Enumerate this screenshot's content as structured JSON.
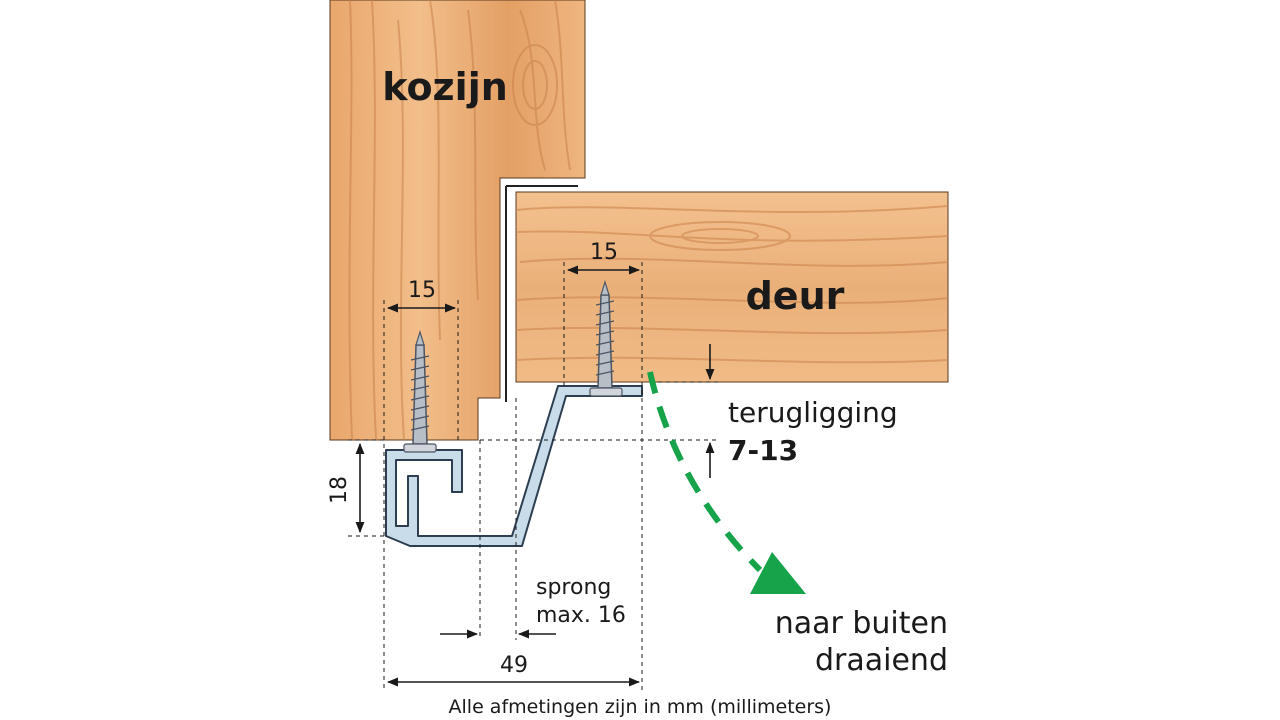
{
  "labels": {
    "frame": "kozijn",
    "door": "deur",
    "setback_label": "terugligging",
    "setback_value": "7-13",
    "step_line1": "sprong",
    "step_line2": "max. 16",
    "direction_line1": "naar buiten",
    "direction_line2": "draaiend",
    "caption": "Alle afmetingen zijn in mm (millimeters)"
  },
  "dimensions": {
    "frame_screw": "15",
    "door_screw": "15",
    "height": "18",
    "total_width": "49"
  },
  "colors": {
    "wood_light": "#efb680",
    "wood_dark": "#d8894f",
    "profile": "#c9dcea",
    "arrow": "#16a34a"
  }
}
